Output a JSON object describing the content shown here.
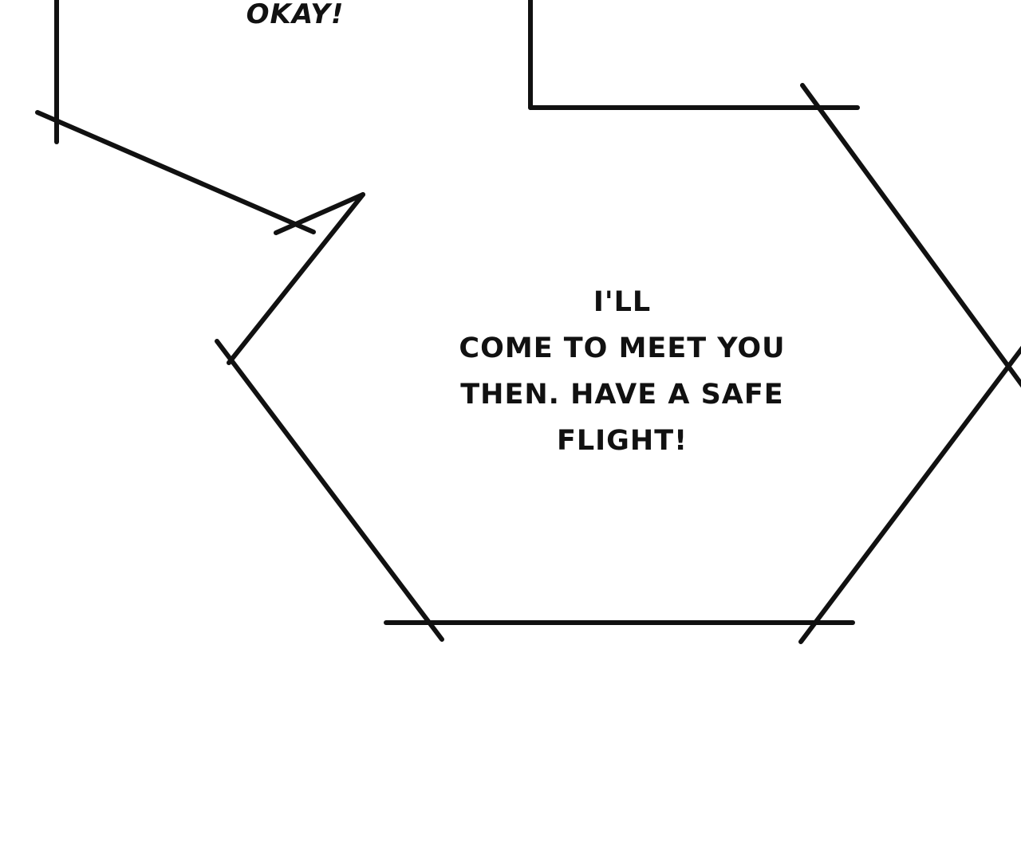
{
  "panel": {
    "bubble_top": {
      "text": "OKAY!"
    },
    "bubble_main": {
      "lines": [
        "I'LL",
        "COME TO MEET YOU",
        "THEN. HAVE A SAFE",
        "FLIGHT!"
      ]
    }
  },
  "colors": {
    "ink": "#111111",
    "paper": "#ffffff"
  }
}
